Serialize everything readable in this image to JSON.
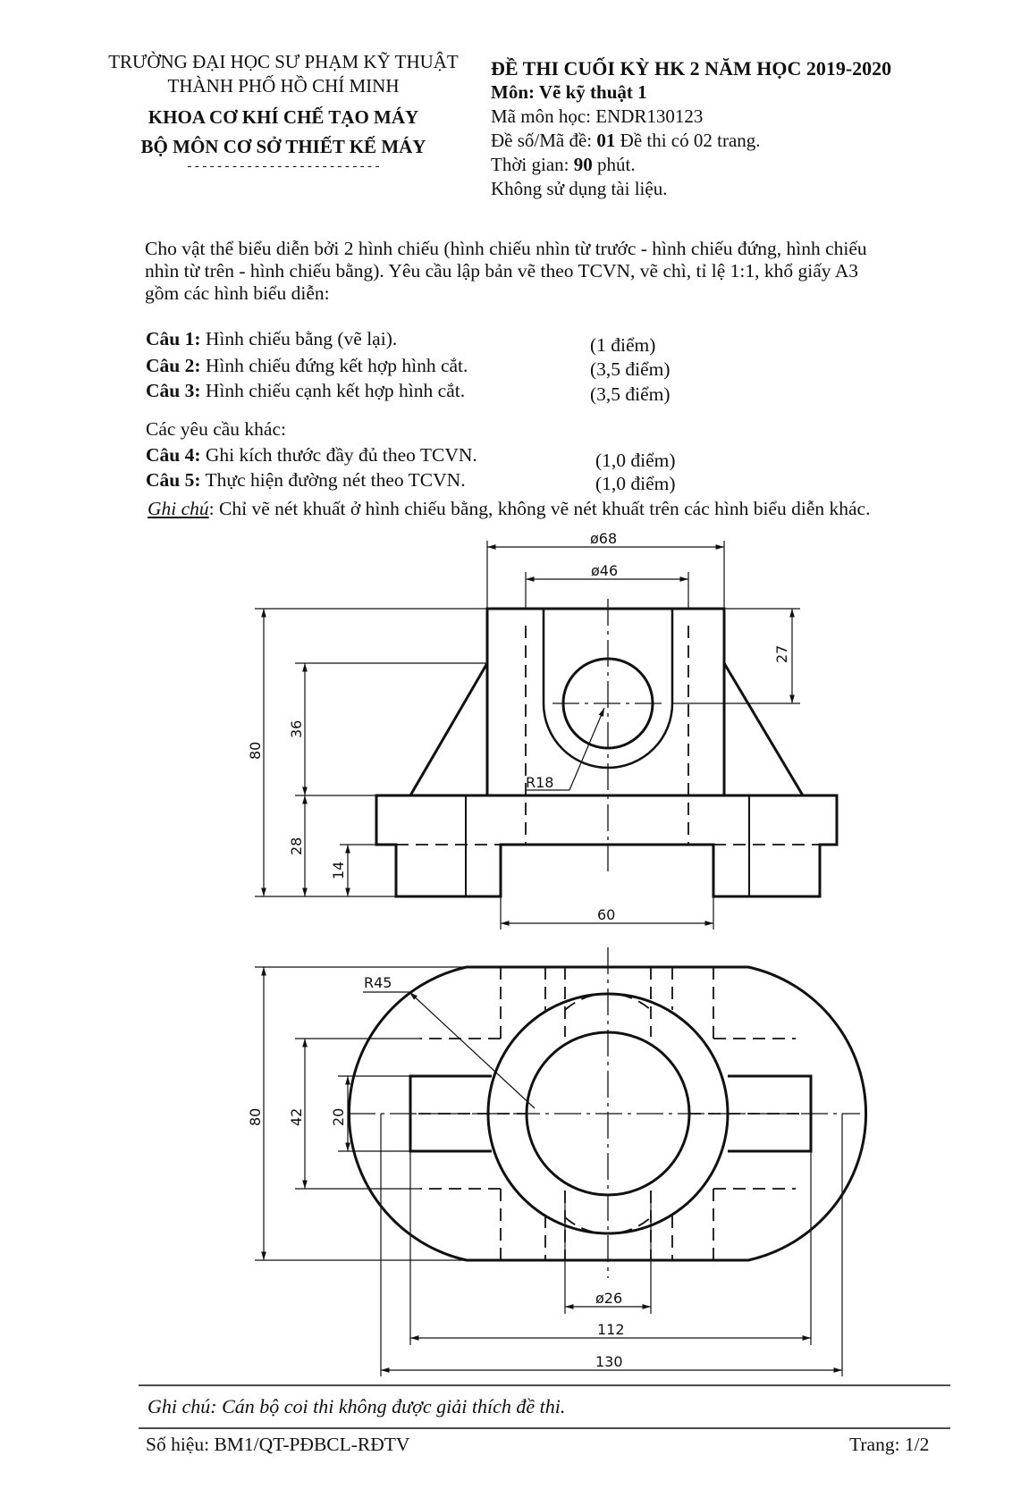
{
  "header": {
    "school_line1": "TRƯỜNG ĐẠI HỌC SƯ PHẠM KỸ THUẬT",
    "school_line2": "THÀNH PHỐ HỒ CHÍ MINH",
    "faculty": "KHOA CƠ KHÍ CHẾ TẠO MÁY",
    "department": "BỘ MÔN CƠ SỞ THIẾT KẾ MÁY",
    "divider": "--------------------------",
    "exam_title": "ĐỀ THI CUỐI KỲ HK 2 NĂM HỌC 2019-2020",
    "subject_label": "Môn:",
    "subject": "Vẽ kỹ thuật 1",
    "course_code": "Mã môn học: ENDR130123",
    "exam_code_prefix": "Đề số/Mã đề:",
    "exam_code": "01",
    "exam_code_suffix": "Đề thi có 02 trang.",
    "time_prefix": "Thời gian:",
    "time_value": "90",
    "time_suffix": "phút.",
    "materials": "Không sử dụng tài liệu."
  },
  "intro": {
    "line1": "Cho vật thể biểu diễn bởi 2 hình chiếu (hình chiếu nhìn từ trước - hình chiếu đứng, hình chiếu",
    "line2": "nhìn từ trên - hình chiếu bằng). Yêu cầu lập bản vẽ theo TCVN, vẽ chì, tỉ lệ 1:1, khổ giấy A3",
    "line3": "gồm các hình biểu diễn:"
  },
  "questions": [
    {
      "label": "Câu 1:",
      "text": "Hình chiếu bằng (vẽ lại).",
      "points": "(1 điểm)"
    },
    {
      "label": "Câu 2:",
      "text": "Hình chiếu đứng kết hợp hình cắt.",
      "points": "(3,5 điểm)"
    },
    {
      "label": "Câu 3:",
      "text": "Hình chiếu cạnh kết hợp hình cắt.",
      "points": "(3,5 điểm)"
    }
  ],
  "other_requirements": "Các yêu cầu khác:",
  "questions_other": [
    {
      "label": "Câu 4:",
      "text": "Ghi kích thước đầy đủ theo TCVN.",
      "points": "(1,0 điểm)"
    },
    {
      "label": "Câu 5:",
      "text": "Thực hiện đường nét theo TCVN.",
      "points": "(1,0 điểm)"
    }
  ],
  "note": {
    "label": "Ghi chú",
    "text": ": Chỉ vẽ nét khuất ở hình chiếu bằng, không vẽ nét khuất trên các hình biểu diễn khác."
  },
  "drawing": {
    "front": {
      "d68": "ø68",
      "d46": "ø46",
      "d27": "27",
      "d36": "36",
      "d80": "80",
      "d28": "28",
      "d14": "14",
      "r18": "R18",
      "d60": "60"
    },
    "top": {
      "r45": "R45",
      "d80": "80",
      "d42": "42",
      "d20": "20",
      "d26": "ø26",
      "d112": "112",
      "d130": "130"
    }
  },
  "footer": {
    "note": "Ghi chú: Cán bộ coi thi không được giải thích đề thi.",
    "code": "Số hiệu: BM1/QT-PĐBCL-RĐTV",
    "page": "Trang: 1/2"
  }
}
